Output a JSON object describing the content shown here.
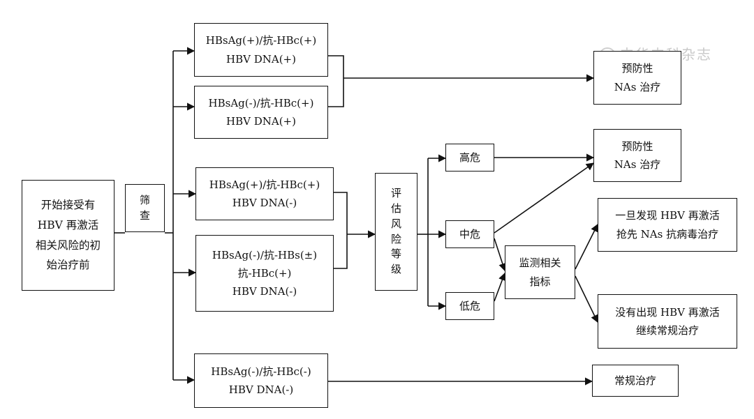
{
  "watermark": "中华内科杂志",
  "nodes": {
    "start": [
      "开始接受有",
      "HBV 再激活",
      "相关风险的初",
      "始治疗前"
    ],
    "screen": [
      "筛",
      "查"
    ],
    "g1": [
      "HBsAg(+)/抗-HBc(+)",
      "HBV DNA(+)"
    ],
    "g2": [
      "HBsAg(-)/抗-HBc(+)",
      "HBV DNA(+)"
    ],
    "g3": [
      "HBsAg(+)/抗-HBc(+)",
      "HBV DNA(-)"
    ],
    "g4": [
      "HBsAg(-)/抗-HBs(±)",
      "抗-HBc(+)",
      "HBV DNA(-)"
    ],
    "g5": [
      "HBsAg(-)/抗-HBc(-)",
      "HBV DNA(-)"
    ],
    "assess": [
      "评",
      "估",
      "风",
      "险",
      "等",
      "级"
    ],
    "high": [
      "高危"
    ],
    "mid": [
      "中危"
    ],
    "low": [
      "低危"
    ],
    "monitor": [
      "监测相关",
      "指标"
    ],
    "prev1": [
      "预防性",
      "NAs 治疗"
    ],
    "prev2": [
      "预防性",
      "NAs 治疗"
    ],
    "react": [
      "一旦发现 HBV 再激活",
      "抢先 NAs 抗病毒治疗"
    ],
    "noreact": [
      "没有出现 HBV 再激活",
      "继续常规治疗"
    ],
    "routine": [
      "常规治疗"
    ]
  }
}
